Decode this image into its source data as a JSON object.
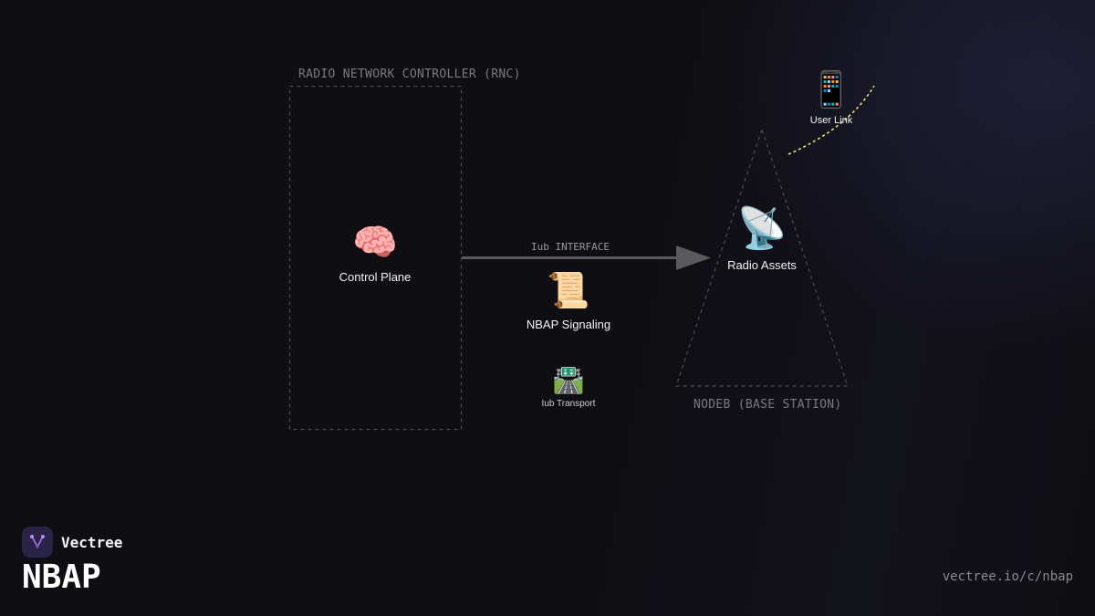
{
  "regions": {
    "rnc": {
      "label": "RADIO NETWORK CONTROLLER (RNC)"
    },
    "nodeb": {
      "label": "NODEB (BASE STATION)"
    }
  },
  "nodes": {
    "control_plane": {
      "icon": "🧠",
      "icon_name": "brain-icon",
      "label": "Control Plane"
    },
    "nbap_signaling": {
      "icon": "📜",
      "icon_name": "scroll-icon",
      "label": "NBAP Signaling"
    },
    "iub_transport": {
      "icon": "🛣️",
      "icon_name": "highway-icon",
      "label": "Iub Transport"
    },
    "radio_assets": {
      "icon": "📡",
      "icon_name": "satellite-dish-icon",
      "label": "Radio Assets"
    },
    "user_link": {
      "icon": "📱",
      "icon_name": "mobile-phone-icon",
      "label": "User Link"
    }
  },
  "links": {
    "iub_interface": {
      "label": "Iub INTERFACE"
    }
  },
  "colors": {
    "background": "#0f0e12",
    "region_border": "#4a4a50",
    "arrow": "#5a5a5e",
    "user_link_curve": "#e8e070",
    "brand_logo_bg": "#2a2348",
    "brand_logo_accent": "#9b6fe0"
  },
  "brand": {
    "name": "Vectree",
    "logo_icon": "vectree-logo-icon"
  },
  "page": {
    "title": "NBAP",
    "url": "vectree.io/c/nbap"
  }
}
